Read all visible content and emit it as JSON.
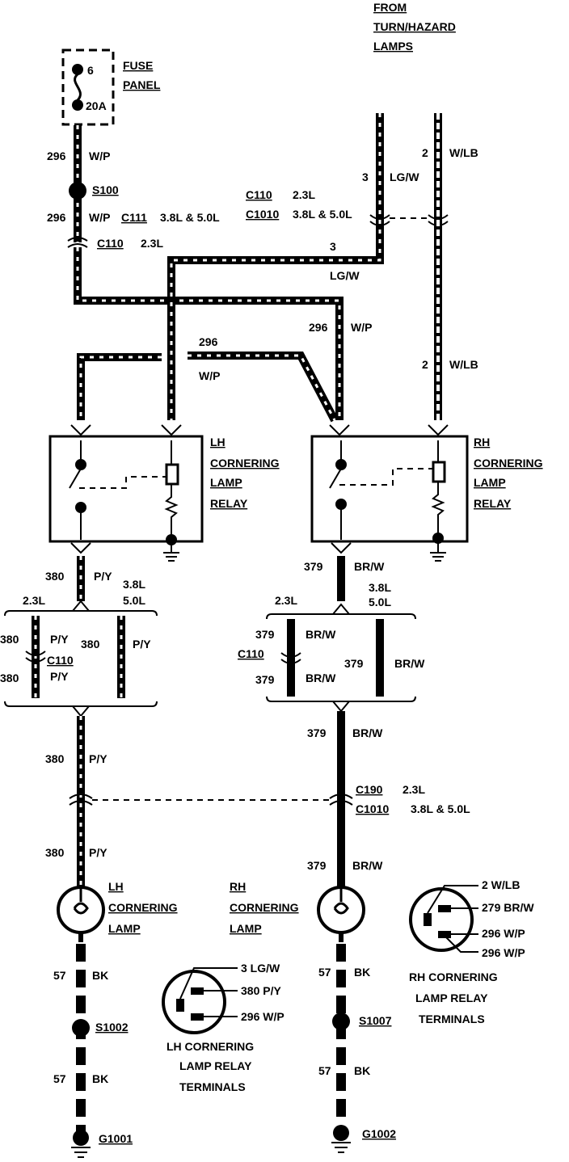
{
  "top": {
    "from_label_1": "FROM",
    "from_label_2": "TURN/HAZARD",
    "from_label_3": "LAMPS"
  },
  "fuse": {
    "label_1": "FUSE",
    "label_2": "PANEL",
    "number": "6",
    "rating": "20A"
  },
  "wires": {
    "w296_top": "296",
    "wp": "W/P",
    "s100": "S100",
    "w296_b": "296",
    "wp_b": "W/P",
    "c111": "C111",
    "c111_eng": "3.8L & 5.0L",
    "c110": "C110",
    "c110_eng": "2.3L",
    "c110_top": "C110",
    "c110_top_eng": "2.3L",
    "c1010_top": "C1010",
    "c1010_top_eng": "3.8L & 5.0L",
    "w3": "3",
    "lgw": "LG/W",
    "w3_b": "3",
    "lgw_b": "LG/W",
    "w2": "2",
    "wlb": "W/LB",
    "w2_b": "2",
    "wlb_b": "W/LB",
    "w296_mid": "296",
    "wp_mid": "W/P",
    "w296_right": "296",
    "wp_right": "W/P"
  },
  "relays": {
    "lh_1": "LH",
    "lh_2": "CORNERING",
    "lh_3": "LAMP",
    "lh_4": "RELAY",
    "rh_1": "RH",
    "rh_2": "CORNERING",
    "rh_3": "LAMP",
    "rh_4": "RELAY"
  },
  "left_branch": {
    "w380": "380",
    "py": "P/Y",
    "eng_23": "2.3L",
    "eng_38": "3.8L",
    "eng_50": "5.0L",
    "a380": "380",
    "apy": "P/Y",
    "c110": "C110",
    "b380": "380",
    "bpy": "P/Y",
    "c380": "380",
    "cpy": "P/Y",
    "d380": "380",
    "dpy": "P/Y",
    "e380": "380",
    "epy": "P/Y"
  },
  "right_branch": {
    "w379": "379",
    "brw": "BR/W",
    "eng_23": "2.3L",
    "eng_38": "3.8L",
    "eng_50": "5.0L",
    "a379": "379",
    "abrw": "BR/W",
    "c110": "C110",
    "b379": "379",
    "bbrw": "BR/W",
    "c379": "379",
    "cbrw": "BR/W",
    "d379": "379",
    "dbrw": "BR/W",
    "e379": "379",
    "ebrw": "BR/W"
  },
  "connector_bottom": {
    "c190": "C190",
    "c190_eng": "2.3L",
    "c1010": "C1010",
    "c1010_eng": "3.8L & 5.0L"
  },
  "lamps": {
    "lh_1": "LH",
    "lh_2": "CORNERING",
    "lh_3": "LAMP",
    "rh_1": "RH",
    "rh_2": "CORNERING",
    "rh_3": "LAMP"
  },
  "ground": {
    "l57a": "57",
    "lbka": "BK",
    "s1002": "S1002",
    "l57b": "57",
    "lbkb": "BK",
    "g1001": "G1001",
    "r57a": "57",
    "rbka": "BK",
    "s1007": "S1007",
    "r57b": "57",
    "rbkb": "BK",
    "g1002": "G1002"
  },
  "lh_terminals": {
    "t1": "3 LG/W",
    "t2": "380 P/Y",
    "t3": "296 W/P",
    "caption_1": "LH CORNERING",
    "caption_2": "LAMP RELAY",
    "caption_3": "TERMINALS"
  },
  "rh_terminals": {
    "t1": "2 W/LB",
    "t2": "279 BR/W",
    "t3": "296 W/P",
    "t4": "296 W/P",
    "caption_1": "RH CORNERING",
    "caption_2": "LAMP RELAY",
    "caption_3": "TERMINALS"
  }
}
